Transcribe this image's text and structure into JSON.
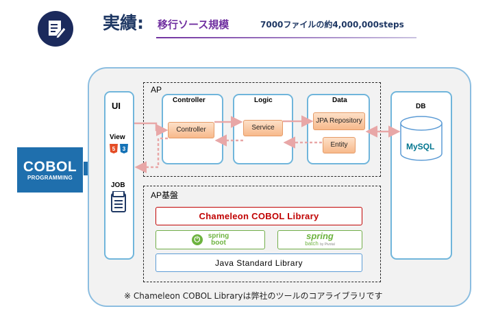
{
  "header": {
    "title": "実績:",
    "subtitle": "移行ソース規模",
    "note": "7000ファイルの約4,000,000steps",
    "icon": "edit-document-icon"
  },
  "cobol_logo": {
    "line1": "COBOL",
    "line2": "PROGRAMMING"
  },
  "ui_panel": {
    "title": "UI",
    "view_label": "View",
    "job_label": "JOB",
    "html5_badge": "5",
    "css3_badge": "3"
  },
  "ap": {
    "label": "AP",
    "controller": {
      "title": "Controller",
      "box": "Controller"
    },
    "logic": {
      "title": "Logic",
      "box": "Service"
    },
    "data": {
      "title": "Data",
      "repo_box": "JPA Repository",
      "entity_box": "Entity"
    }
  },
  "db": {
    "title": "DB",
    "logo": "MySQL"
  },
  "ap_base": {
    "label": "AP基盤",
    "chameleon": "Chameleon COBOL Library",
    "spring_boot_top": "spring",
    "spring_boot_bottom": "boot",
    "spring_batch_top": "spring",
    "spring_batch_bottom": "batch",
    "spring_batch_small": "by Pivotal",
    "java": "Java Standard Library"
  },
  "footnote": "※ Chameleon COBOL Libraryは弊社のツールのコアライブラリです",
  "colors": {
    "navy": "#1f3864",
    "purple": "#7030a0",
    "panel_border": "#6fb5db",
    "orange_box": "#f7b98b",
    "arrow_pink": "#e8a7a7",
    "chameleon_red": "#c00000",
    "spring_green": "#6db33f",
    "cobol_blue": "#1f6fad"
  }
}
